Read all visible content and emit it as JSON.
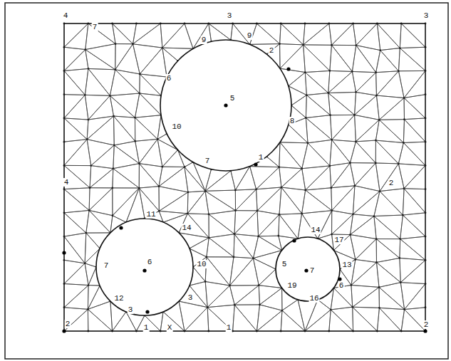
{
  "diagram": {
    "labels": [
      "4",
      "7",
      "3",
      "3",
      "9",
      "9",
      "2",
      "5",
      "6",
      "8",
      "10",
      "7",
      "1",
      "4",
      "2",
      "11",
      "14",
      "7",
      "6",
      "10",
      "12",
      "3",
      "3",
      "14",
      "17",
      "5",
      "7",
      "13",
      "19",
      "16",
      "6",
      "2",
      "1",
      "X",
      "1",
      "2"
    ]
  }
}
